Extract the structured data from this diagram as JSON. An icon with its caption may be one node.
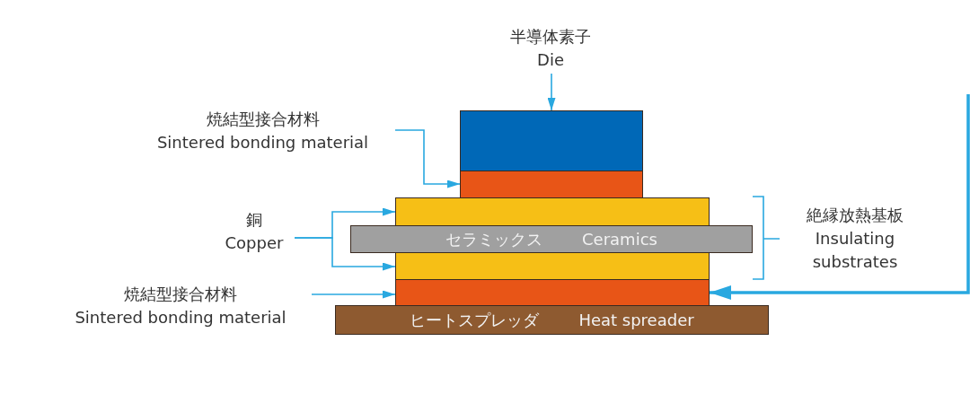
{
  "diagram": {
    "nodes": [
      {
        "text": [
          "半導体素子",
          "Die"
        ]
      },
      {
        "text": [],
        "shape": "box"
      },
      {
        "text": [
          "焼結型接合材料",
          "Sintered bonding material"
        ]
      },
      {
        "text": [],
        "shape": "box"
      },
      {
        "text": [
          "銅",
          "Copper"
        ]
      },
      {
        "text": [],
        "shape": "box"
      },
      {
        "text": [
          "セラミックス",
          "Ceramics"
        ]
      },
      {
        "text": [],
        "shape": "box"
      },
      {
        "text": [
          "焼結型接合材料",
          "Sintered bonding material"
        ]
      },
      {
        "text": [],
        "shape": "box"
      },
      {
        "text": [
          "ヒートスプレッダ",
          "Heat spreader"
        ]
      }
    ],
    "edges": [
      {
        "from": 0,
        "to": 1,
        "arrow": "to"
      },
      {
        "from": 2,
        "to": 3,
        "arrow": "to"
      },
      {
        "from": 4,
        "to": 5,
        "arrow": "to"
      },
      {
        "from": 4,
        "to": 7,
        "arrow": "to"
      },
      {
        "from": 8,
        "to": 9,
        "arrow": "to"
      },
      {
        "from": null,
        "to": 9,
        "arrow": "to",
        "style": "thick"
      }
    ],
    "labels": [
      "絶縁放熱基板",
      "Insulating substrates"
    ]
  }
}
